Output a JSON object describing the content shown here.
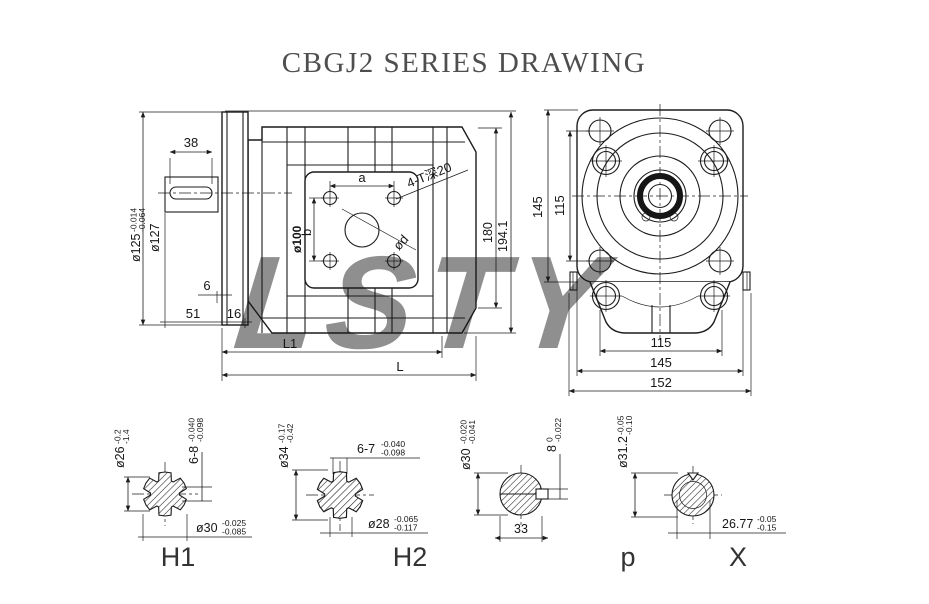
{
  "title": "CBGJ2 SERIES DRAWING",
  "watermark": "LSTY",
  "colors": {
    "line": "#1c1c1c",
    "watermark": "#93bad8",
    "title": "#4e4e4e"
  },
  "side_view": {
    "shaft_width": "38",
    "shaft_dia": {
      "base": "ø125",
      "upper": "-0.014",
      "lower": "-0.064"
    },
    "flange_dia": "ø127",
    "step6": "6",
    "len51": "51",
    "len16": "16",
    "len_l1": "L1",
    "len_l": "L",
    "height180": "180",
    "height194": "194.1",
    "bolt_span_a": "a",
    "bolt_span_b": "b",
    "port_dia": "ød",
    "pilot_dia": "ø100",
    "tap_note": "4-T深20"
  },
  "front_view": {
    "height145": "145",
    "bolt_v115": "115",
    "bolt_h115": "115",
    "width145": "145",
    "width152": "152"
  },
  "sections": [
    {
      "label": "H1",
      "d1": {
        "base": "ø26",
        "upper": "-0.2",
        "lower": "-1.4"
      },
      "d2": {
        "base": "6-8",
        "upper": "-0.040",
        "lower": "-0.098"
      },
      "d3": {
        "base": "ø30",
        "upper": "-0.025",
        "lower": "-0.085"
      }
    },
    {
      "label": "H2",
      "d1": {
        "base": "ø34",
        "upper": "-0.17",
        "lower": "-0.42"
      },
      "d2": {
        "base": "6-7",
        "upper": "-0.040",
        "lower": "-0.098"
      },
      "d3": {
        "base": "ø28",
        "upper": "-0.065",
        "lower": "-0.117"
      }
    },
    {
      "label": "p",
      "d1": {
        "base": "ø30",
        "upper": "-0.020",
        "lower": "-0.041"
      },
      "d2": {
        "base": "8",
        "upper": "0",
        "lower": "-0.022"
      },
      "d3": {
        "base": "33"
      }
    },
    {
      "label": "X",
      "d1": {
        "base": "ø31.2",
        "upper": "-0.05",
        "lower": "-0.10"
      },
      "d2": {
        "base": "26.77",
        "upper": "-0.05",
        "lower": "-0.15"
      }
    }
  ]
}
